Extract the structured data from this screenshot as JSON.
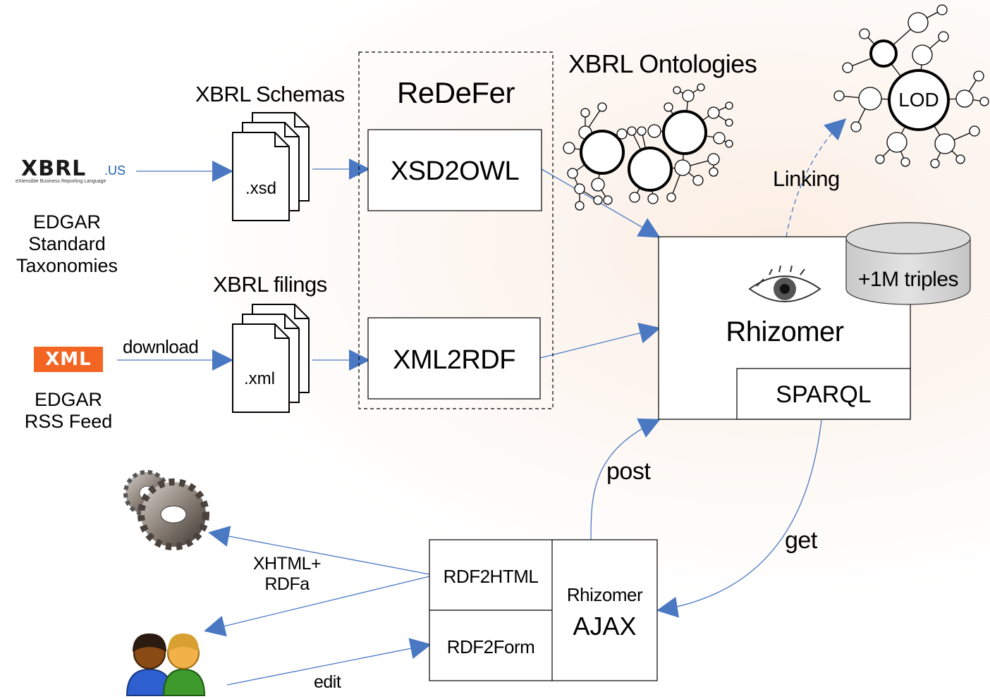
{
  "sources": {
    "xbrl_logo_text": "XBRL",
    "xbrl_logo_suffix": ".US",
    "xbrl_logo_tagline": "eXtensible Business Reporting Language",
    "edgar_taxonomies": [
      "EDGAR",
      "Standard",
      "Taxonomies"
    ],
    "xml_badge": "XML",
    "edgar_feed": [
      "EDGAR",
      "RSS Feed"
    ],
    "download_label": "download"
  },
  "documents": {
    "schemas_title": "XBRL Schemas",
    "schemas_ext": ".xsd",
    "filings_title": "XBRL filings",
    "filings_ext": ".xml"
  },
  "redefer": {
    "title": "ReDeFer",
    "xsd2owl": "XSD2OWL",
    "xml2rdf": "XML2RDF"
  },
  "ontologies_title": "XBRL Ontologies",
  "lod_label": "LOD",
  "linking_label": "Linking",
  "rhizomer": {
    "title": "Rhizomer",
    "sparql": "SPARQL",
    "triples": "+1M triples"
  },
  "ajax": {
    "rdf2html": "RDF2HTML",
    "rdf2form": "RDF2Form",
    "rhizomer": "Rhizomer",
    "ajax": "AJAX"
  },
  "edges": {
    "post": "post",
    "get": "get",
    "xhtml": [
      "XHTML+",
      "RDFa"
    ],
    "edit": "edit"
  },
  "colors": {
    "arrow": "#4a78c2",
    "xml_badge": "#f26522",
    "xbrl_blue": "#1f5fa8",
    "cylinder": "#d6d6d6"
  }
}
